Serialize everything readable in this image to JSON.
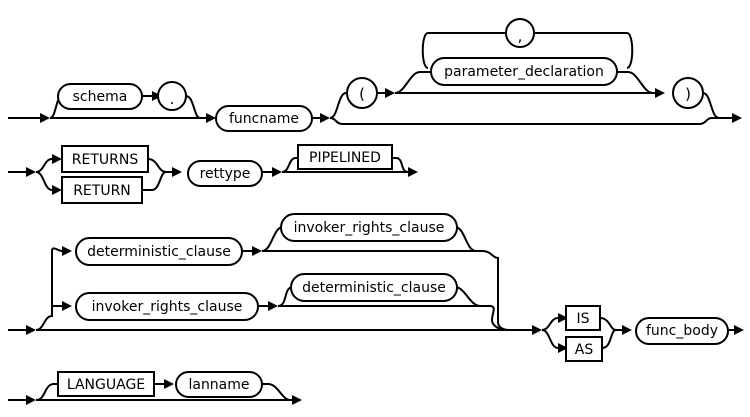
{
  "diagram": {
    "kind": "railroad-syntax-diagram",
    "colors": {
      "background": "#ffffff",
      "line": "#000000",
      "text": "#000000",
      "node_fill": "#ffffff"
    },
    "tracks": [
      {
        "id": "track-1",
        "nodes": [
          {
            "id": "schema",
            "label": "schema",
            "shape": "oval",
            "optional": true
          },
          {
            "id": "dot",
            "label": ".",
            "shape": "circle",
            "optional": false
          },
          {
            "id": "funcname",
            "label": "funcname",
            "shape": "oval",
            "optional": false
          },
          {
            "id": "lparen",
            "label": "(",
            "shape": "circle",
            "optional": true
          },
          {
            "id": "parameter_declaration",
            "label": "parameter_declaration",
            "shape": "oval",
            "optional": true,
            "repeatable": true
          },
          {
            "id": "comma",
            "label": ",",
            "shape": "circle",
            "optional": true,
            "role": "separator"
          },
          {
            "id": "rparen",
            "label": ")",
            "shape": "circle",
            "optional": true
          }
        ]
      },
      {
        "id": "track-2",
        "nodes": [
          {
            "id": "returns",
            "label": "RETURNS",
            "shape": "rect",
            "optional": false
          },
          {
            "id": "return",
            "label": "RETURN",
            "shape": "rect",
            "optional": false
          },
          {
            "id": "rettype",
            "label": "rettype",
            "shape": "oval",
            "optional": false
          },
          {
            "id": "pipelined",
            "label": "PIPELINED",
            "shape": "rect",
            "optional": true
          }
        ]
      },
      {
        "id": "track-3",
        "nodes": [
          {
            "id": "deterministic_clause_1",
            "label": "deterministic_clause",
            "shape": "oval",
            "optional": true
          },
          {
            "id": "invoker_rights_clause_1",
            "label": "invoker_rights_clause",
            "shape": "oval",
            "optional": true
          },
          {
            "id": "invoker_rights_clause_2",
            "label": "invoker_rights_clause",
            "shape": "oval",
            "optional": true
          },
          {
            "id": "deterministic_clause_2",
            "label": "deterministic_clause",
            "shape": "oval",
            "optional": true
          },
          {
            "id": "is",
            "label": "IS",
            "shape": "rect",
            "optional": false
          },
          {
            "id": "as",
            "label": "AS",
            "shape": "rect",
            "optional": false
          },
          {
            "id": "func_body",
            "label": "func_body",
            "shape": "oval",
            "optional": false
          }
        ]
      },
      {
        "id": "track-4",
        "nodes": [
          {
            "id": "language",
            "label": "LANGUAGE",
            "shape": "rect",
            "optional": true
          },
          {
            "id": "lanname",
            "label": "lanname",
            "shape": "oval",
            "optional": true
          }
        ]
      }
    ],
    "labels": {
      "schema": "schema",
      "dot": ".",
      "funcname": "funcname",
      "lparen": "(",
      "parameter_declaration": "parameter_declaration",
      "comma": ",",
      "rparen": ")",
      "returns": "RETURNS",
      "return": "RETURN",
      "rettype": "rettype",
      "pipelined": "PIPELINED",
      "deterministic_clause_1": "deterministic_clause",
      "invoker_rights_clause_1": "invoker_rights_clause",
      "invoker_rights_clause_2": "invoker_rights_clause",
      "deterministic_clause_2": "deterministic_clause",
      "is": "IS",
      "as": "AS",
      "func_body": "func_body",
      "language": "LANGUAGE",
      "lanname": "lanname"
    }
  }
}
